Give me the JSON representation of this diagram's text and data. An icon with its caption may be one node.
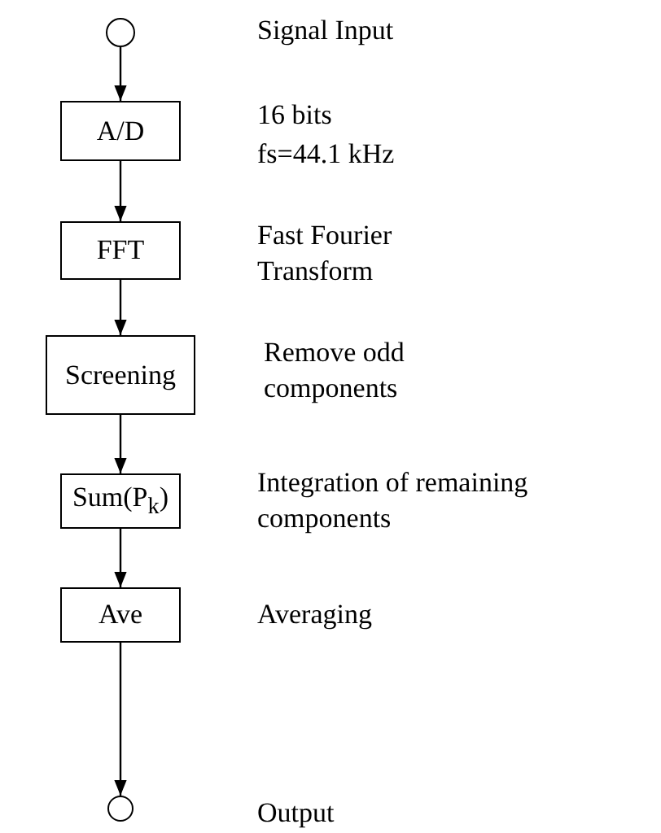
{
  "diagram": {
    "nodes": [
      {
        "text": [],
        "shape": "circle"
      },
      {
        "text": [
          "A/D"
        ],
        "beside": [
          "16 bits",
          "fs=44.1 kHz"
        ]
      },
      {
        "text": [
          "FFT"
        ],
        "beside": [
          "Fast Fourier Transform"
        ]
      },
      {
        "text": [
          "Screening"
        ],
        "beside": [
          "Remove odd components"
        ]
      },
      {
        "text": [
          "Sum(P$_{k}$)"
        ],
        "beside": [
          "Integration of remaining components"
        ]
      },
      {
        "text": [
          "Ave"
        ],
        "beside": [
          "Averaging"
        ]
      },
      {
        "text": [],
        "shape": "circle"
      }
    ],
    "labels": [
      "Signal Input",
      "Output"
    ],
    "edges": [
      {
        "from": 0,
        "to": 1,
        "arrow": "to"
      },
      {
        "from": 1,
        "to": 2,
        "arrow": "to"
      },
      {
        "from": 2,
        "to": 3,
        "arrow": "to"
      },
      {
        "from": 3,
        "to": 4,
        "arrow": "to"
      },
      {
        "from": 4,
        "to": 5,
        "arrow": "to"
      },
      {
        "from": 5,
        "to": 6,
        "arrow": "to"
      }
    ]
  }
}
